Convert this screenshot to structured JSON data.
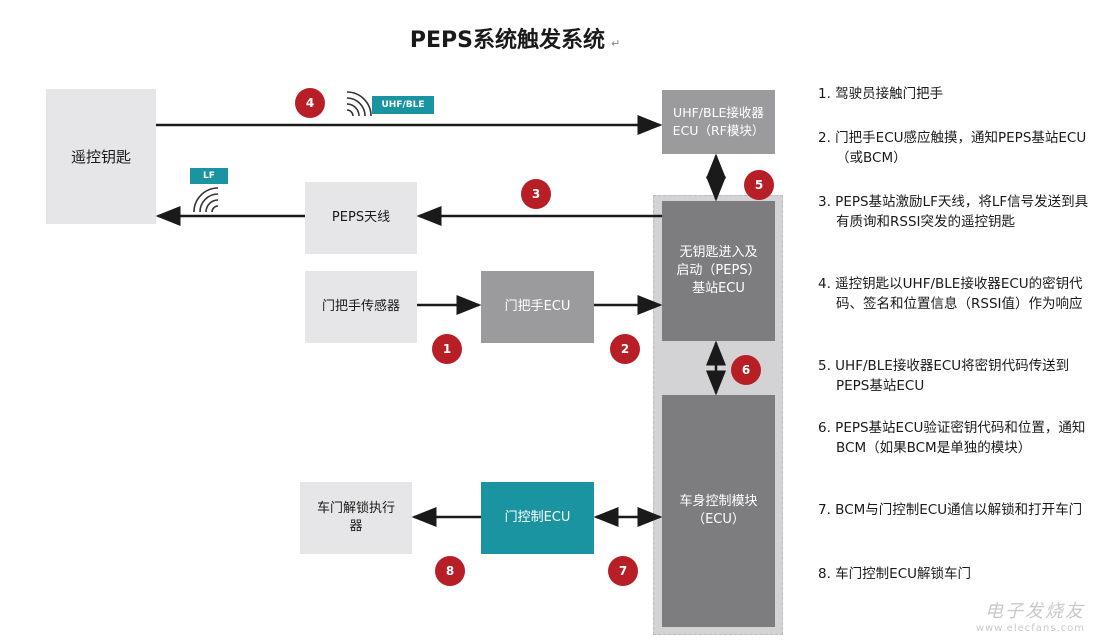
{
  "title": "PEPS系统触发系统",
  "return_mark": "↵",
  "nodes": {
    "key_fob": "遥控钥匙",
    "uhf_receiver": "UHF/BLE接收器ECU（RF模块）",
    "peps_antenna": "PEPS天线",
    "door_handle_sensor": "门把手传感器",
    "door_handle_ecu": "门把手ECU",
    "peps_base_ecu": "无钥匙进入及启动（PEPS）基站ECU",
    "bcm": "车身控制模块（ECU）",
    "door_unlock_actuator": "车门解锁执行器",
    "door_control_ecu": "门控制ECU"
  },
  "signal_tags": {
    "uhf": "UHF/BLE",
    "lf": "LF"
  },
  "badges": [
    "1",
    "2",
    "3",
    "4",
    "5",
    "6",
    "7",
    "8"
  ],
  "colors": {
    "badge": "#b71e25",
    "teal": "#1b94a1",
    "light_box": "#e6e6e8",
    "mid_box": "#9b9b9d",
    "dark_box": "#7d7c7e",
    "panel": "#d3d3d5"
  },
  "steps": [
    "1. 驾驶员接触门把手",
    "2. 门把手ECU感应触摸，通知PEPS基站ECU（或BCM）",
    "3. PEPS基站激励LF天线，将LF信号发送到具有质询和RSSI突发的遥控钥匙",
    "4. 遥控钥匙以UHF/BLE接收器ECU的密钥代码、签名和位置信息（RSSI值）作为响应",
    "5. UHF/BLE接收器ECU将密钥代码传送到PEPS基站ECU",
    "6. PEPS基站ECU验证密钥代码和位置，通知BCM（如果BCM是单独的模块）",
    "7. BCM与门控制ECU通信以解锁和打开车门",
    "8. 车门控制ECU解锁车门"
  ],
  "watermark": {
    "line1": "电子发烧友",
    "line2": "www.elecfans.com"
  }
}
